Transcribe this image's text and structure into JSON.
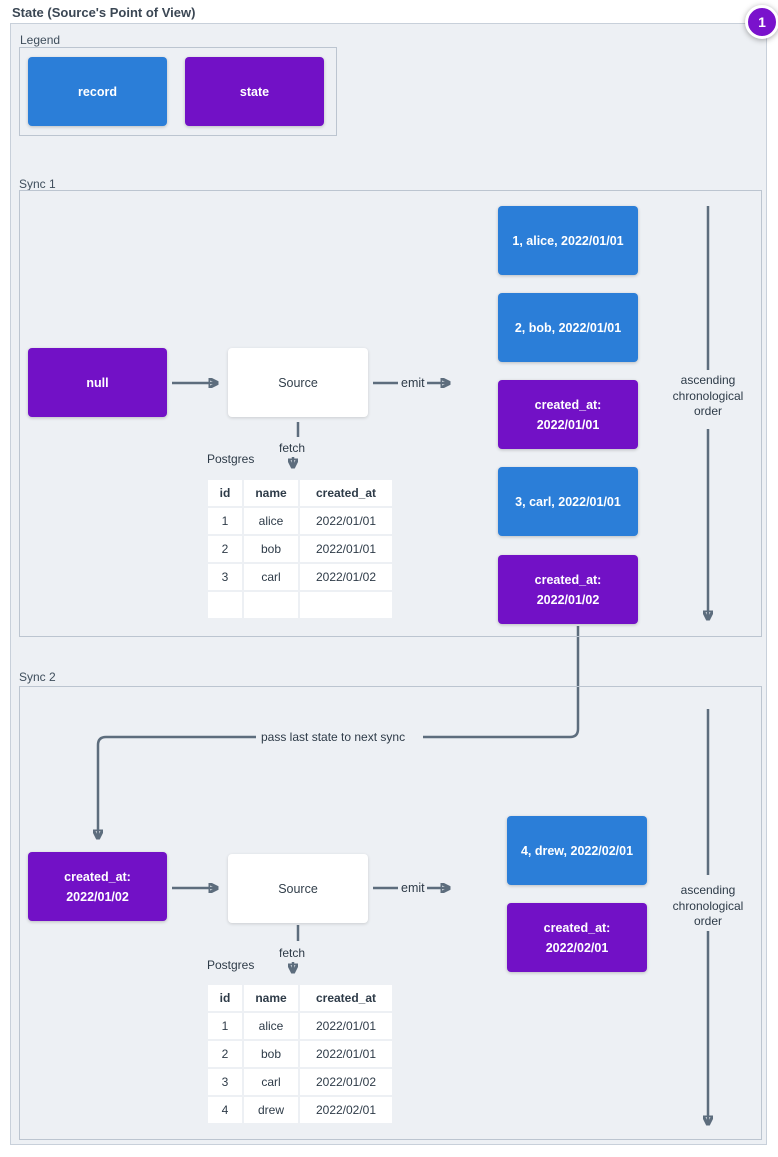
{
  "page": {
    "title": "State (Source's Point of View)",
    "badge": "1"
  },
  "colors": {
    "record_blue": "#2b7ed8",
    "state_purple": "#7211c6",
    "arrow_gray": "#5d6d7d",
    "badge_purple": "#7a12cc",
    "bg": "#edf0f4"
  },
  "legend": {
    "label": "Legend",
    "record_label": "record",
    "state_label": "state"
  },
  "connector": {
    "label": "pass last state to next sync"
  },
  "sync1": {
    "label": "Sync 1",
    "state_in": "null",
    "source_label": "Source",
    "emit_label": "emit",
    "fetch_label": "fetch",
    "db_label": "Postgres",
    "order_note": "ascending chronological order",
    "table": {
      "headers": [
        "id",
        "name",
        "created_at"
      ],
      "rows": [
        [
          "1",
          "alice",
          "2022/01/01"
        ],
        [
          "2",
          "bob",
          "2022/01/01"
        ],
        [
          "3",
          "carl",
          "2022/01/02"
        ],
        [
          "",
          "",
          ""
        ]
      ]
    },
    "emitted": [
      {
        "type": "record",
        "lines": [
          "1, alice, 2022/01/01",
          ""
        ]
      },
      {
        "type": "record",
        "lines": [
          "2, bob, 2022/01/01",
          ""
        ]
      },
      {
        "type": "state",
        "lines": [
          "created_at:",
          "2022/01/01"
        ]
      },
      {
        "type": "record",
        "lines": [
          "3, carl, 2022/01/01",
          ""
        ]
      },
      {
        "type": "state",
        "lines": [
          "created_at:",
          "2022/01/02"
        ]
      }
    ]
  },
  "sync2": {
    "label": "Sync 2",
    "state_in_lines": [
      "created_at:",
      "2022/01/02"
    ],
    "source_label": "Source",
    "emit_label": "emit",
    "fetch_label": "fetch",
    "db_label": "Postgres",
    "order_note": "ascending chronological order",
    "table": {
      "headers": [
        "id",
        "name",
        "created_at"
      ],
      "rows": [
        [
          "1",
          "alice",
          "2022/01/01"
        ],
        [
          "2",
          "bob",
          "2022/01/01"
        ],
        [
          "3",
          "carl",
          "2022/01/02"
        ],
        [
          "4",
          "drew",
          "2022/02/01"
        ]
      ]
    },
    "emitted": [
      {
        "type": "record",
        "lines": [
          "4, drew, 2022/02/01",
          ""
        ]
      },
      {
        "type": "state",
        "lines": [
          "created_at:",
          "2022/02/01"
        ]
      }
    ]
  }
}
